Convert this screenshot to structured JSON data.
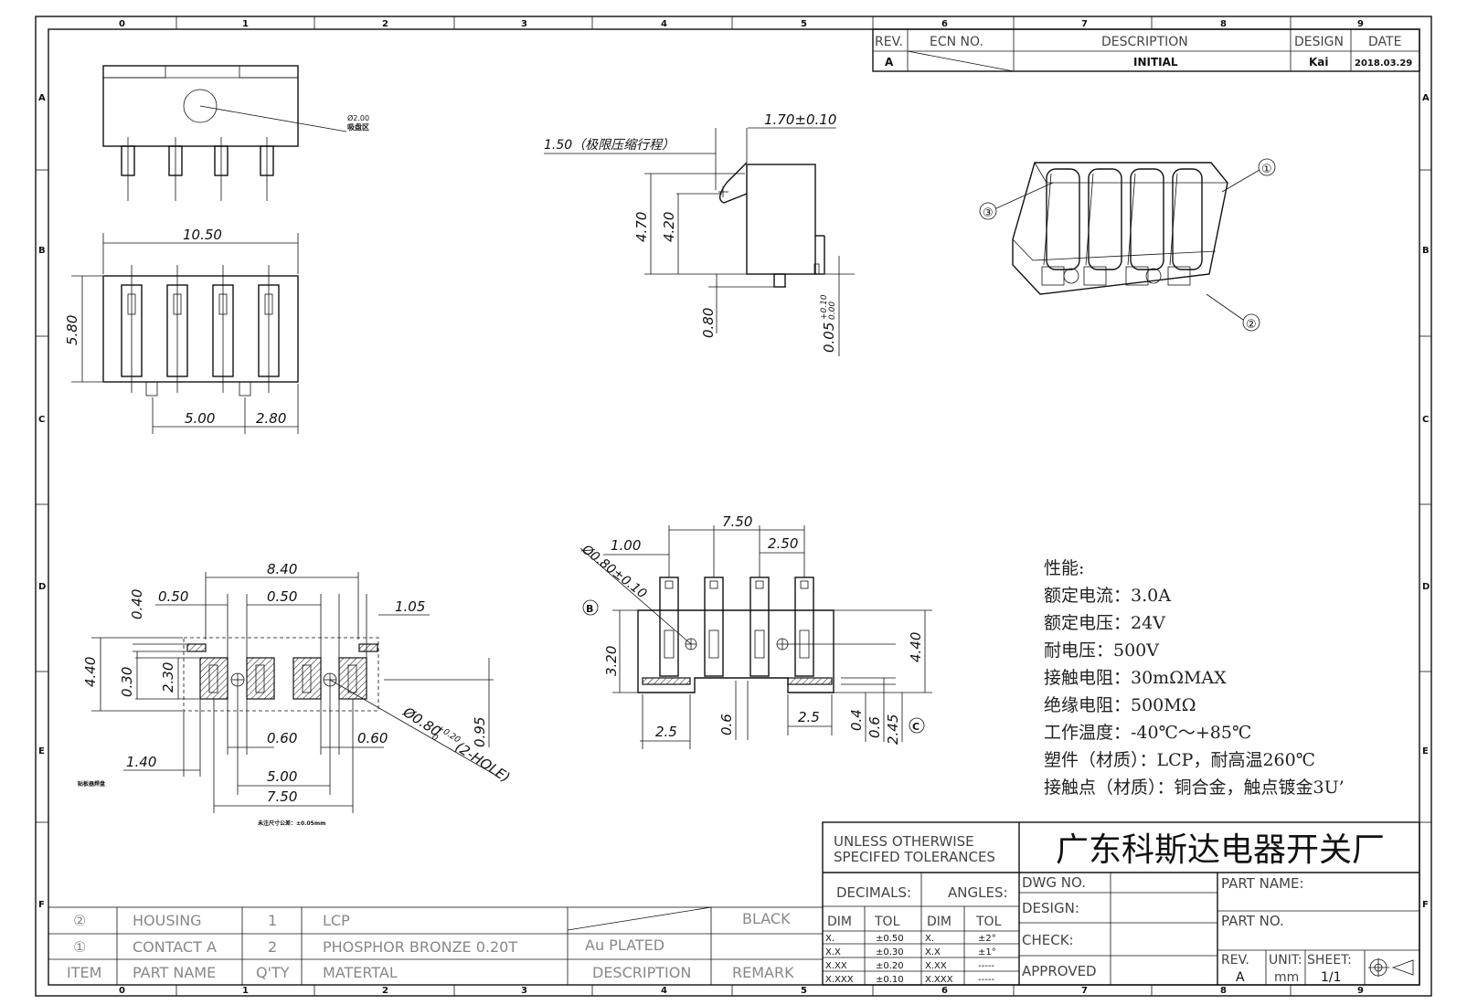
{
  "frame": {
    "column_numbers": [
      "0",
      "1",
      "2",
      "3",
      "4",
      "5",
      "6",
      "7",
      "8",
      "9"
    ],
    "row_letters": [
      "A",
      "B",
      "C",
      "D",
      "E",
      "F"
    ]
  },
  "revision_block": {
    "headers": {
      "rev": "REV.",
      "ecn": "ECN NO.",
      "description": "DESCRIPTION",
      "design": "DESIGN",
      "date": "DATE"
    },
    "row": {
      "rev": "A",
      "ecn": "",
      "description": "INITIAL",
      "design": "Kai",
      "date": "2018.03.29"
    }
  },
  "dimensions": {
    "top_view": {
      "hole_note": "Ø2.00",
      "hole_sub": "吸盘区"
    },
    "front_view": {
      "width": "10.50",
      "height": "5.80",
      "pitch": "5.00",
      "offset": "2.80"
    },
    "side_view": {
      "stroke_note": "1.50（极限压缩行程）",
      "thickness": "1.70±0.10",
      "h1": "4.70",
      "h2": "4.20",
      "h3": "0.80",
      "h4": "0.05",
      "tol_up": "+0.10",
      "tol_dn": "0.00"
    },
    "pcb_layout": {
      "w1": "8.40",
      "a": "0.40",
      "b": "0.50",
      "c": "0.50",
      "d": "1.05",
      "h": "4.40",
      "e": "0.30",
      "f": "2.30",
      "g": "0.60",
      "i": "0.60",
      "j": "0.95",
      "k": "1.40",
      "l": "5.00",
      "m": "7.50",
      "hole": "Ø0.80",
      "hole_tol_up": "+0.20",
      "hole_tol_dn": "0",
      "hole_note": "(2-HOLE)",
      "small_note": "贴板器焊盘",
      "tol_note": "未注尺寸公差：±0.05mm"
    },
    "bottom_view": {
      "w": "7.50",
      "p": "2.50",
      "q": "1.00",
      "hole": "Ø0.80±0.10",
      "h1": "3.20",
      "h2": "4.40",
      "r": "2.5",
      "s": "0.6",
      "t": "2.5",
      "u": "0.4",
      "v": "0.6",
      "x": "2.45",
      "mark_b": "B",
      "mark_c": "C"
    }
  },
  "callouts": [
    "①",
    "②",
    "③"
  ],
  "specs": {
    "title": "性能:",
    "lines": [
      "额定电流：3.0A",
      "额定电压：24V",
      "耐电压：500V",
      "接触电阻：30mΩMAX",
      "绝缘电阻：500MΩ",
      "工作温度：-40℃～+85℃",
      "塑件（材质）：LCP，耐高温260℃",
      "接触点（材质）：铜合金，触点镀金3U’"
    ]
  },
  "title_block": {
    "tolerance_title_1": "UNLESS OTHERWISE",
    "tolerance_title_2": "SPECIFED TOLERANCES",
    "company": "广东科斯达电器开关厂",
    "decimals": "DECIMALS:",
    "angles": "ANGLES:",
    "dim": "DIM",
    "tol": "TOL",
    "tol_rows": [
      {
        "dim": "X.",
        "tol": "±0.50",
        "adim": "X.",
        "atol": "±2°"
      },
      {
        "dim": "X.X",
        "tol": "±0.30",
        "adim": "X.X",
        "atol": "±1°"
      },
      {
        "dim": "X.XX",
        "tol": "±0.20",
        "adim": "X.XX",
        "atol": "-----"
      },
      {
        "dim": "X.XXX",
        "tol": "±0.10",
        "adim": "X.XXX",
        "atol": "-----"
      }
    ],
    "dwg_no": "DWG NO.",
    "design": "DESIGN:",
    "check": "CHECK:",
    "approved": "APPROVED",
    "part_name": "PART NAME:",
    "part_no": "PART NO.",
    "rev_label": "REV.",
    "rev_value": "A",
    "unit_label": "UNIT:",
    "unit_value": "mm",
    "sheet_label": "SHEET:",
    "sheet_value": "1/1"
  },
  "bom": {
    "rows": [
      {
        "item": "②",
        "part": "HOUSING",
        "qty": "1",
        "material": "LCP",
        "description": "",
        "remark": "BLACK"
      },
      {
        "item": "①",
        "part": "CONTACT A",
        "qty": "2",
        "material": "PHOSPHOR BRONZE 0.20T",
        "description": "Au PLATED",
        "remark": ""
      }
    ],
    "header": {
      "item": "ITEM",
      "part": "PART NAME",
      "qty": "Q'TY",
      "material": "MATERTAL",
      "description": "DESCRIPTION",
      "remark": "REMARK"
    }
  }
}
